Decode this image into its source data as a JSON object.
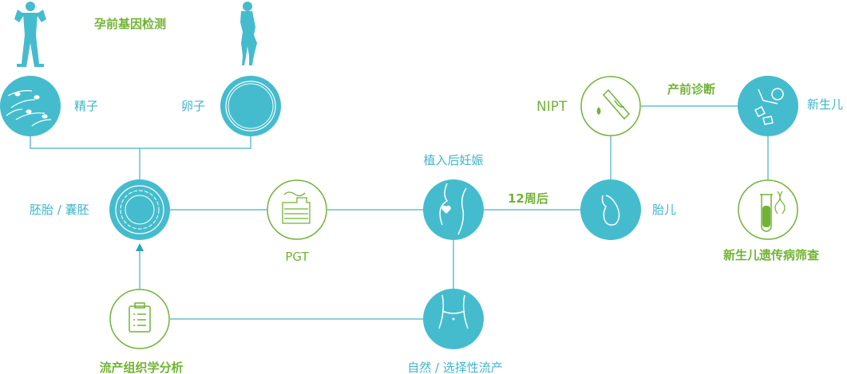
{
  "title": "孕前基因检测",
  "nodes": {
    "sperm": "精子",
    "egg": "卵子",
    "embryo": "胚胎 / 囊胚",
    "pgt": "PGT",
    "pregnancy": "植入后妊娠",
    "fetus": "胎儿",
    "nipt": "NIPT",
    "newborn": "新生儿",
    "screening": "新生儿遗传病筛查",
    "tissue": "流产组织学分析",
    "abortion": "自然 / 选择性流产"
  },
  "edges": {
    "weeks": "12周后",
    "prenatal": "产前诊断"
  },
  "colors": {
    "teal": "#45bccd",
    "green": "#72b336",
    "line": "#62c0cc"
  }
}
